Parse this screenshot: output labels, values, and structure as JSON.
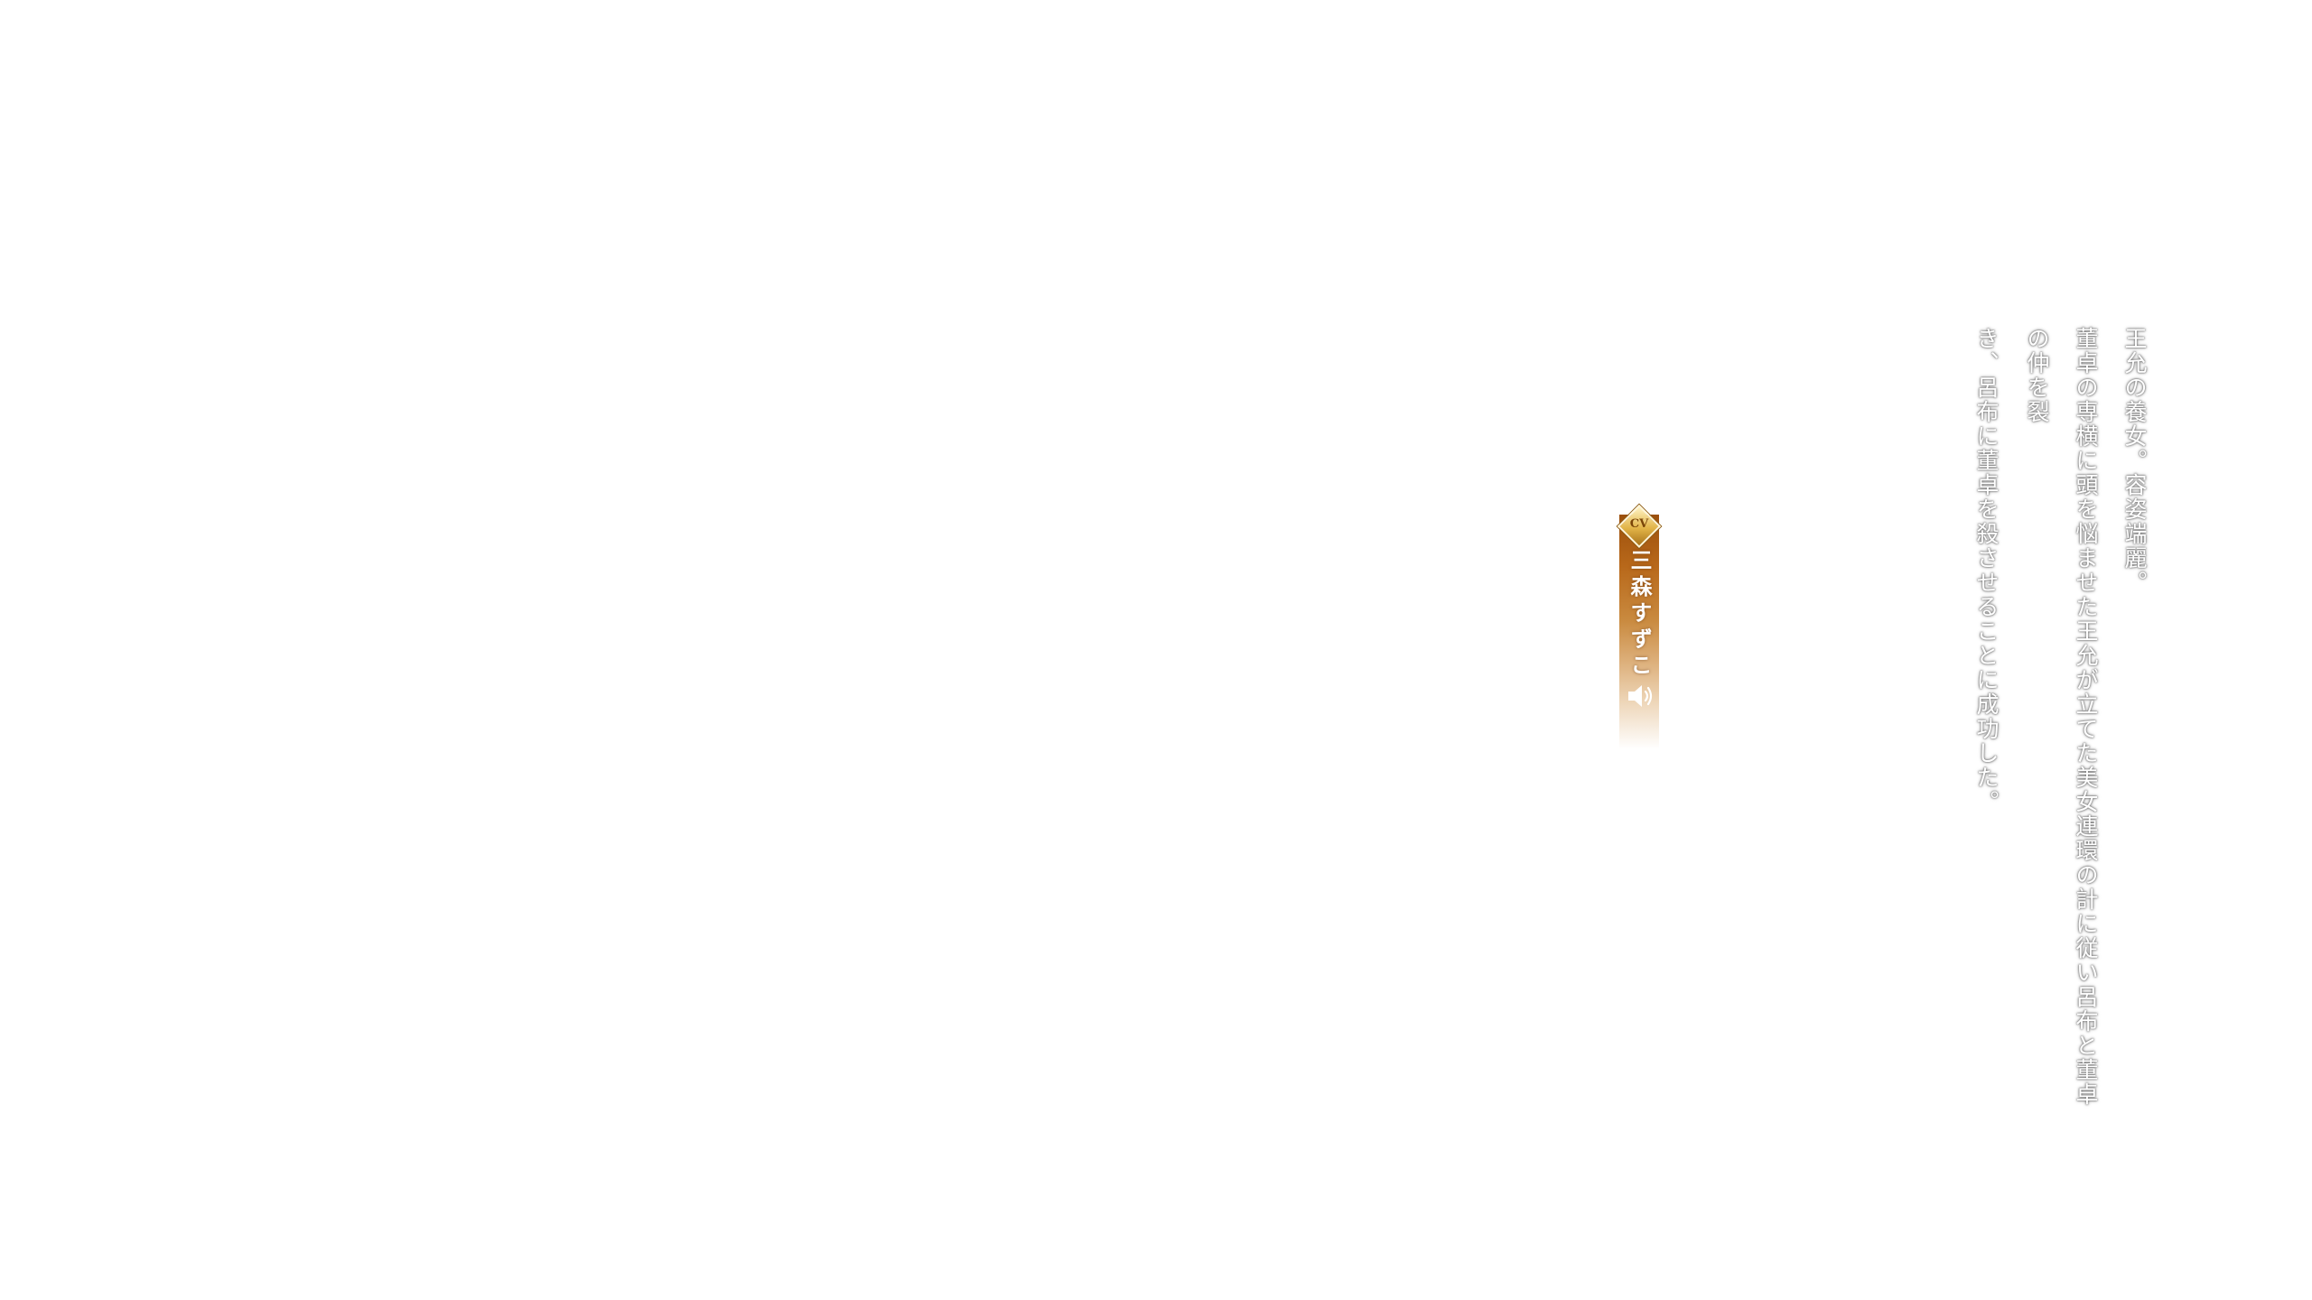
{
  "cv_badge": {
    "label": "CV",
    "name": "三森すずこ",
    "sound_icon": "speaker-icon"
  },
  "description": {
    "lines": [
      "王允の養女。容姿端麗。",
      "董卓の専横に頭を悩ませた王允が立てた美女連環の計に従い呂布と董卓の仲を裂",
      "き、呂布に董卓を殺させることに成功した。"
    ]
  },
  "colors": {
    "ribbon_top": "#9b4f0c",
    "ribbon_mid": "#c98a3f",
    "diamond_gold": "#e2b447",
    "text_shadow": "#7d7d7d"
  }
}
